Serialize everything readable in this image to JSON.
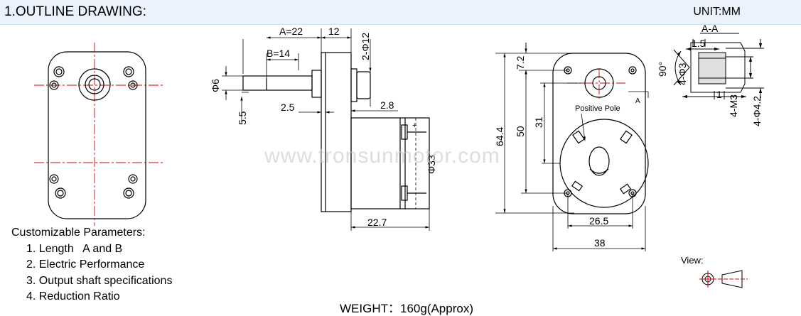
{
  "header": {
    "title": "1.OUTLINE DRAWING:",
    "unit": "UNIT:MM"
  },
  "dimensions": {
    "a": "A=22",
    "b": "B=14",
    "d12": "12",
    "holes_front": "2-Φ12",
    "shaft_dia": "Φ6",
    "flat": "5.5",
    "t25": "2.5",
    "t28": "2.8",
    "motor_dia": "Φ33",
    "motor_len": "22.7",
    "h72": "7.2",
    "h644": "64.4",
    "h50": "50",
    "h31": "31",
    "w265": "26.5",
    "w38": "38",
    "section": "A-A",
    "s15": "1.5",
    "angle": "90°",
    "s4phi3": "4-Φ3",
    "s1": "1",
    "s4m3": "4-M3",
    "s4phi42": "4-Φ4.2",
    "section_mark": "A",
    "positive_pole": "Positive Pole",
    "plus": "+"
  },
  "params": {
    "heading": "Customizable Parameters:",
    "items": [
      "1. Length   A and B",
      "2. Electric Performance",
      "3. Output shaft specifications",
      "4. Reduction Ratio"
    ]
  },
  "weight": "WEIGHT：160g(Approx)",
  "view_label": "View:",
  "watermark": "www.tronsunmotor.com"
}
